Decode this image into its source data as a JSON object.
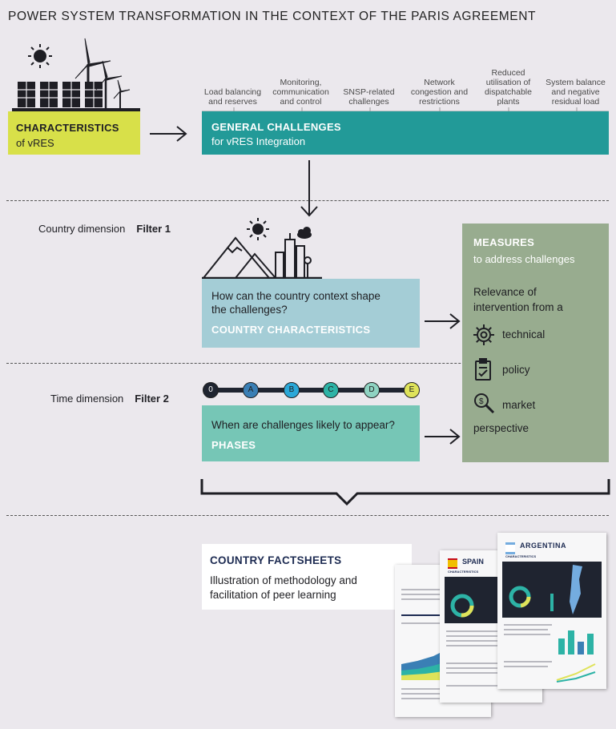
{
  "title": "POWER SYSTEM TRANSFORMATION IN THE CONTEXT OF THE PARIS AGREEMENT",
  "characteristics": {
    "title": "CHARACTERISTICS",
    "subtitle": "of vRES"
  },
  "general": {
    "title": "GENERAL CHALLENGES",
    "subtitle": "for vRES Integration"
  },
  "challenge_labels": [
    "Load balancing and reserves",
    "Monitoring, communication and control",
    "SNSP-related challenges",
    "Network congestion and restrictions",
    "Reduced utilisation of dispatchable plants",
    "System balance and negative residual load"
  ],
  "filter1": {
    "label": "Country dimension",
    "filter": "Filter 1"
  },
  "filter2": {
    "label": "Time dimension",
    "filter": "Filter 2"
  },
  "country_box": {
    "question": "How can the country context shape the challenges?",
    "title": "COUNTRY CHARACTERISTICS"
  },
  "phases_box": {
    "question": "When are challenges likely to appear?",
    "title": "PHASES"
  },
  "phases": [
    {
      "label": "0",
      "color": "#1f2430",
      "text_color": "#ffffff"
    },
    {
      "label": "A",
      "color": "#3a7fb5",
      "text_color": "#222222"
    },
    {
      "label": "B",
      "color": "#2ba8d8",
      "text_color": "#222222"
    },
    {
      "label": "C",
      "color": "#2db3a6",
      "text_color": "#222222"
    },
    {
      "label": "D",
      "color": "#8fd3c2",
      "text_color": "#222222"
    },
    {
      "label": "E",
      "color": "#dfe35a",
      "text_color": "#222222"
    }
  ],
  "measures": {
    "title": "MEASURES",
    "subtitle": "to address challenges",
    "relevance": "Relevance of intervention from a",
    "items": [
      {
        "label": "technical",
        "icon": "gear-icon"
      },
      {
        "label": "policy",
        "icon": "clipboard-check-icon"
      },
      {
        "label": "market",
        "icon": "magnifier-coin-icon"
      }
    ],
    "perspective": "perspective"
  },
  "factsheets": {
    "title": "COUNTRY FACTSHEETS",
    "subtitle": "Illustration of methodology and facilitation of peer learning"
  },
  "sheet_spain": {
    "country": "SPAIN",
    "section": "CHARACTERISTICS"
  },
  "sheet_argentina": {
    "country": "ARGENTINA",
    "section": "CHARACTERISTICS"
  },
  "colors": {
    "characteristics": "#d8e049",
    "general": "#229a98",
    "country": "#a4cdd6",
    "phases": "#76c6b6",
    "measures": "#98ac8f",
    "factsheet_title": "#1d2b52"
  }
}
